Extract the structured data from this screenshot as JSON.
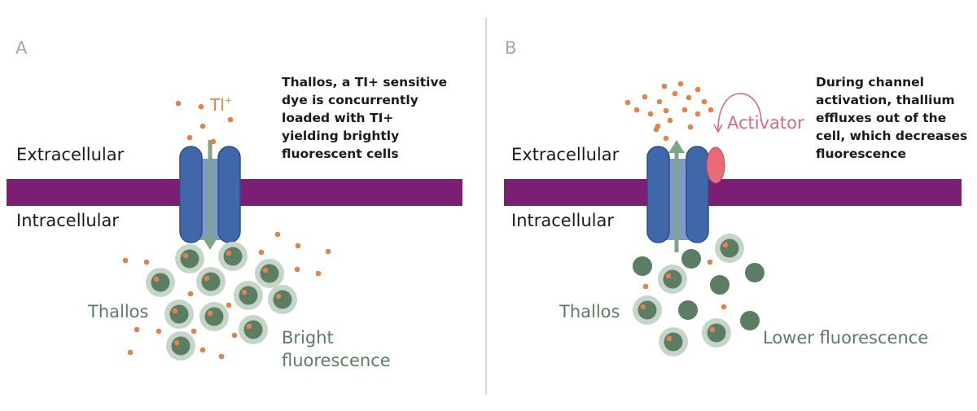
{
  "colors": {
    "membrane": "#7a1f74",
    "channel": "#3f67a9",
    "channel_stroke": "#2d4f86",
    "pore": "#7f9ac9",
    "arrow": "#7fa488",
    "ion": "#e3834b",
    "cell_halo": "#c5d6c8",
    "cell_core": "#5b7d63",
    "activator": "#ea6b78",
    "activator_arrow": "#d66a87",
    "divider": "#cccccc"
  },
  "panel_a": {
    "letter": "A",
    "extracellular": "Extracellular",
    "intracellular": "Intracellular",
    "ion_label": "Tl",
    "ion_charge": "+",
    "caption_lines": [
      "Thallos, a TI+ sensitive",
      "dye is concurrently",
      "loaded with TI+",
      "yielding brightly",
      "fluorescent cells"
    ],
    "thallos_label": "Thallos",
    "result_lines": [
      "Bright",
      "fluorescence"
    ]
  },
  "panel_b": {
    "letter": "B",
    "extracellular": "Extracellular",
    "intracellular": "Intracellular",
    "activator_label": "Activator",
    "caption_lines": [
      "During channel",
      "activation, thallium",
      "effluxes out of the",
      "cell, which decreases",
      "fluorescence"
    ],
    "thallos_label": "Thallos",
    "result_lines": [
      "Lower fluorescence"
    ]
  }
}
